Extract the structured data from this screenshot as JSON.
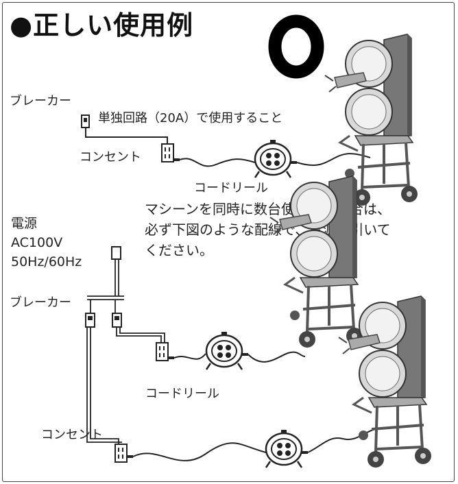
{
  "title": "●正しい使用例",
  "symbols": {
    "correct_mark": "circle"
  },
  "top_diagram": {
    "breaker_label": "ブレーカー",
    "circuit_note": "単独回路（20A）で使用すること",
    "outlet_label": "コンセント",
    "reel_label": "コードリール"
  },
  "multi_note": [
    "マシーンを同時に数台使用する場合は、",
    "必ず下図のような配線で、電源を引いて",
    "ください。"
  ],
  "power_source": [
    "電源",
    "AC100V",
    "50Hz/60Hz"
  ],
  "bottom_diagram": {
    "breaker_label": "ブレーカー",
    "reel_label": "コードリール",
    "outlet_label": "コンセント"
  }
}
